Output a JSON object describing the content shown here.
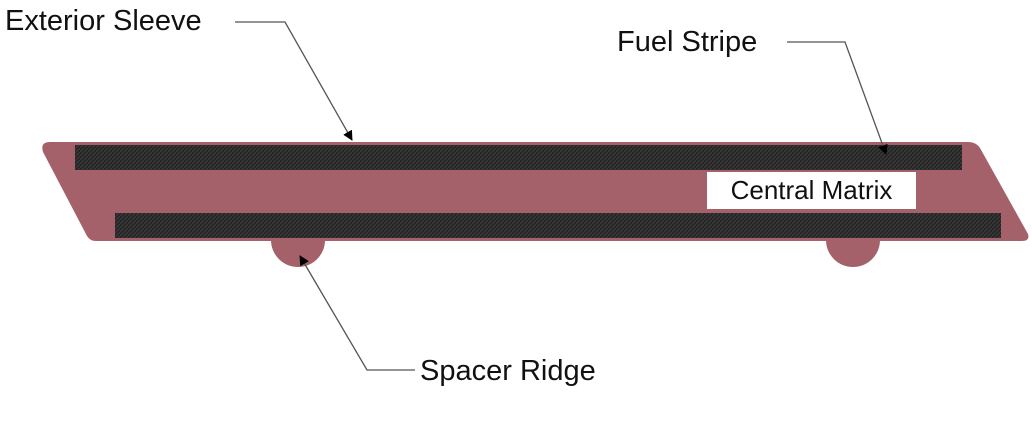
{
  "labels": {
    "exterior_sleeve": "Exterior Sleeve",
    "fuel_stripe": "Fuel Stripe",
    "central_matrix": "Central Matrix",
    "spacer_ridge": "Spacer Ridge"
  },
  "colors": {
    "sleeve": "#a5616a",
    "stripe": "#2a2a2a",
    "leader": "#555555",
    "arrowhead": "#000000"
  }
}
